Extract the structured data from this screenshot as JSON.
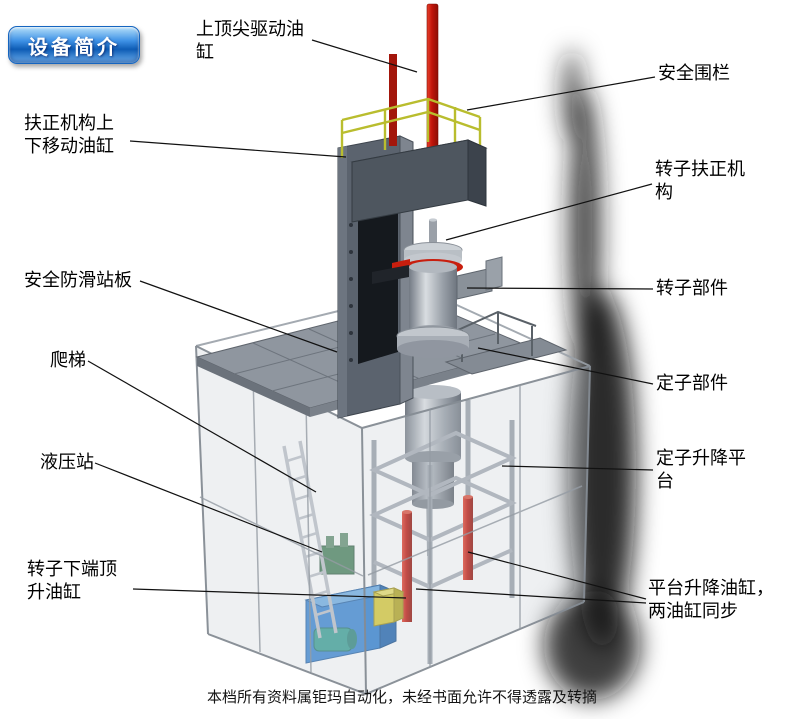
{
  "slide": {
    "badge": "设备简介",
    "footer": "本档所有资料属钜玛自动化，未经书面允许不得透露及转摘"
  },
  "callouts": [
    {
      "id": "top-spindle-cylinder",
      "text": "上顶尖驱动油缸"
    },
    {
      "id": "safety-fence",
      "text": "安全围栏"
    },
    {
      "id": "centering-lift-cylinder",
      "text": "扶正机构上下移动油缸"
    },
    {
      "id": "rotor-centering-mechanism",
      "text": "转子扶正机构"
    },
    {
      "id": "antislip-platform",
      "text": "安全防滑站板"
    },
    {
      "id": "rotor-part",
      "text": "转子部件"
    },
    {
      "id": "ladder",
      "text": "爬梯"
    },
    {
      "id": "stator-part",
      "text": "定子部件"
    },
    {
      "id": "hydraulic-station",
      "text": "液压站"
    },
    {
      "id": "stator-lift-platform",
      "text": "定子升降平台"
    },
    {
      "id": "rotor-bottom-jack-cylinder",
      "text": "转子下端顶升油缸"
    },
    {
      "id": "platform-lift-cylinders",
      "text": "平台升降油缸，两油缸同步"
    }
  ],
  "colors": {
    "accent_blue": "#1565c0",
    "cylinder_red": "#c0150a",
    "railing_yellow": "#b9bd2e",
    "hydraulic_blue": "#2d7ed2"
  }
}
